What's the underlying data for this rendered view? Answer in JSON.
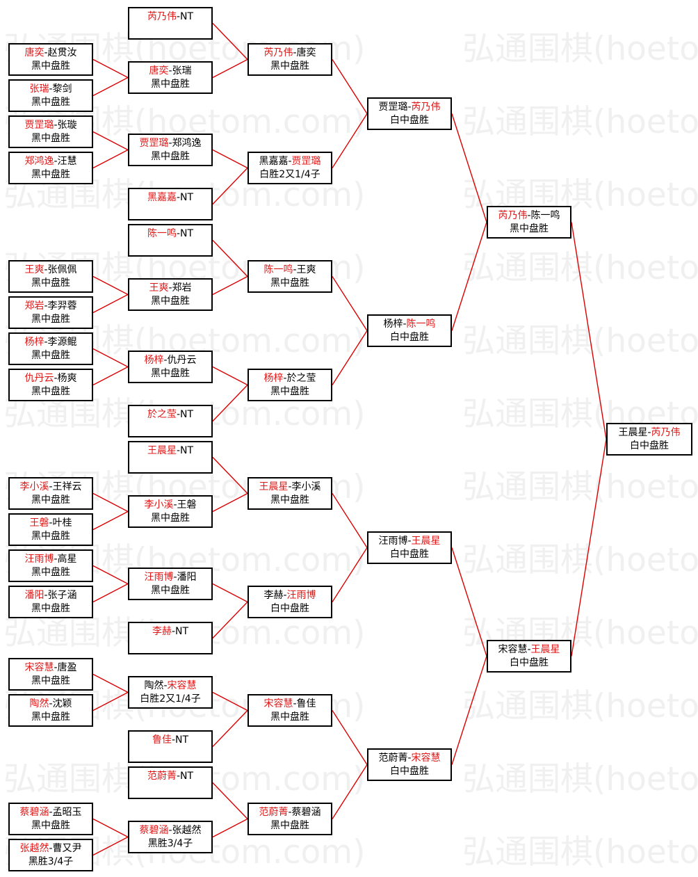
{
  "watermark": "弘通围棋(hoetom.com)",
  "colors": {
    "winner": "#e01818",
    "connector": "#dd0000",
    "border": "#000000"
  },
  "matches": [
    {
      "id": "m1",
      "a": "唐奕",
      "b": "赵贯汝",
      "w": "a",
      "r": "黑中盘胜"
    },
    {
      "id": "m2",
      "a": "张瑞",
      "b": "黎剑",
      "w": "a",
      "r": "黑中盘胜"
    },
    {
      "id": "m3",
      "a": "贾罡璐",
      "b": "张璇",
      "w": "a",
      "r": "黑中盘胜"
    },
    {
      "id": "m4",
      "a": "郑鸿逸",
      "b": "汪慧",
      "w": "a",
      "r": "黑中盘胜"
    },
    {
      "id": "m5",
      "a": "王爽",
      "b": "张佩佩",
      "w": "a",
      "r": "黑中盘胜"
    },
    {
      "id": "m6",
      "a": "郑岩",
      "b": "李羿蓉",
      "w": "a",
      "r": "黑中盘胜"
    },
    {
      "id": "m7",
      "a": "杨梓",
      "b": "李源鲲",
      "w": "a",
      "r": "黑中盘胜"
    },
    {
      "id": "m8",
      "a": "仇丹云",
      "b": "杨爽",
      "w": "a",
      "r": "黑中盘胜"
    },
    {
      "id": "m9",
      "a": "李小溪",
      "b": "王祥云",
      "w": "a",
      "r": "黑中盘胜"
    },
    {
      "id": "m10",
      "a": "王磐",
      "b": "叶桂",
      "w": "a",
      "r": "黑中盘胜"
    },
    {
      "id": "m11",
      "a": "汪雨博",
      "b": "高星",
      "w": "a",
      "r": "黑中盘胜"
    },
    {
      "id": "m12",
      "a": "潘阳",
      "b": "张子涵",
      "w": "a",
      "r": "黑中盘胜"
    },
    {
      "id": "m13",
      "a": "宋容慧",
      "b": "唐盈",
      "w": "a",
      "r": "黑中盘胜"
    },
    {
      "id": "m14",
      "a": "陶然",
      "b": "沈颖",
      "w": "a",
      "r": "黑中盘胜"
    },
    {
      "id": "m15",
      "a": "蔡碧涵",
      "b": "孟昭玉",
      "w": "a",
      "r": "黑中盘胜"
    },
    {
      "id": "m16",
      "a": "张越然",
      "b": "曹又尹",
      "w": "a",
      "r": "黑胜3/4子"
    },
    {
      "id": "b1",
      "a": "芮乃伟",
      "b": "NT",
      "w": "a",
      "r": ""
    },
    {
      "id": "n1",
      "a": "唐奕",
      "b": "张瑞",
      "w": "a",
      "r": "黑中盘胜"
    },
    {
      "id": "n2",
      "a": "贾罡璐",
      "b": "郑鸿逸",
      "w": "a",
      "r": "黑中盘胜"
    },
    {
      "id": "b2",
      "a": "黑嘉嘉",
      "b": "NT",
      "w": "a",
      "r": ""
    },
    {
      "id": "b3",
      "a": "陈一鸣",
      "b": "NT",
      "w": "a",
      "r": ""
    },
    {
      "id": "n3",
      "a": "王爽",
      "b": "郑岩",
      "w": "a",
      "r": "黑中盘胜"
    },
    {
      "id": "n4",
      "a": "杨梓",
      "b": "仇丹云",
      "w": "a",
      "r": "黑中盘胜"
    },
    {
      "id": "b4",
      "a": "於之莹",
      "b": "NT",
      "w": "a",
      "r": ""
    },
    {
      "id": "b5",
      "a": "王晨星",
      "b": "NT",
      "w": "a",
      "r": ""
    },
    {
      "id": "n5",
      "a": "李小溪",
      "b": "王磐",
      "w": "a",
      "r": "黑中盘胜"
    },
    {
      "id": "n6",
      "a": "汪雨博",
      "b": "潘阳",
      "w": "a",
      "r": "黑中盘胜"
    },
    {
      "id": "b6",
      "a": "李赫",
      "b": "NT",
      "w": "a",
      "r": ""
    },
    {
      "id": "n7",
      "a": "陶然",
      "b": "宋容慧",
      "w": "b",
      "r": "白胜2又1/4子"
    },
    {
      "id": "b7",
      "a": "鲁佳",
      "b": "NT",
      "w": "a",
      "r": ""
    },
    {
      "id": "b8",
      "a": "范蔚菁",
      "b": "NT",
      "w": "a",
      "r": ""
    },
    {
      "id": "n8",
      "a": "蔡碧涵",
      "b": "张越然",
      "w": "a",
      "r": "黑胜3/4子"
    },
    {
      "id": "q1",
      "a": "芮乃伟",
      "b": "唐奕",
      "w": "a",
      "r": "黑中盘胜"
    },
    {
      "id": "q2",
      "a": "黑嘉嘉",
      "b": "贾罡璐",
      "w": "b",
      "r": "白胜2又1/4子"
    },
    {
      "id": "q3",
      "a": "陈一鸣",
      "b": "王爽",
      "w": "a",
      "r": "黑中盘胜"
    },
    {
      "id": "q4",
      "a": "杨梓",
      "b": "於之莹",
      "w": "a",
      "r": "黑中盘胜"
    },
    {
      "id": "q5",
      "a": "王晨星",
      "b": "李小溪",
      "w": "a",
      "r": "黑中盘胜"
    },
    {
      "id": "q6",
      "a": "李赫",
      "b": "汪雨博",
      "w": "b",
      "r": "白中盘胜"
    },
    {
      "id": "q7",
      "a": "宋容慧",
      "b": "鲁佳",
      "w": "a",
      "r": "黑中盘胜"
    },
    {
      "id": "q8",
      "a": "范蔚菁",
      "b": "蔡碧涵",
      "w": "a",
      "r": "黑中盘胜"
    },
    {
      "id": "s1",
      "a": "贾罡璐",
      "b": "芮乃伟",
      "w": "b",
      "r": "白中盘胜"
    },
    {
      "id": "s2",
      "a": "杨梓",
      "b": "陈一鸣",
      "w": "b",
      "r": "白中盘胜"
    },
    {
      "id": "s3",
      "a": "汪雨博",
      "b": "王晨星",
      "w": "b",
      "r": "白中盘胜"
    },
    {
      "id": "s4",
      "a": "范蔚菁",
      "b": "宋容慧",
      "w": "b",
      "r": "白中盘胜"
    },
    {
      "id": "f1",
      "a": "芮乃伟",
      "b": "陈一鸣",
      "w": "a",
      "r": "黑中盘胜"
    },
    {
      "id": "f2",
      "a": "宋容慧",
      "b": "王晨星",
      "w": "b",
      "r": "白中盘胜"
    },
    {
      "id": "z1",
      "a": "王晨星",
      "b": "芮乃伟",
      "w": "b",
      "r": "白中盘胜"
    }
  ]
}
